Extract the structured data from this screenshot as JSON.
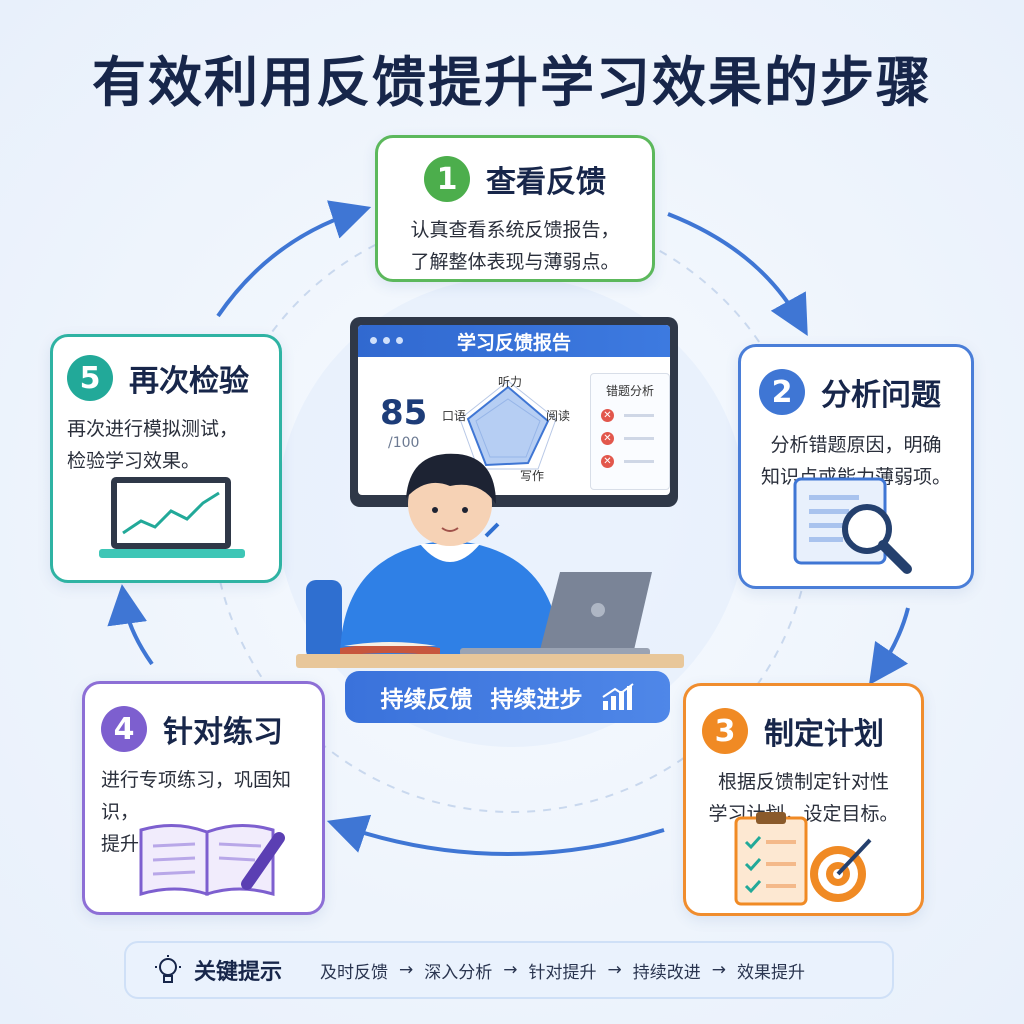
{
  "title": "有效利用反馈提升学习效果的步骤",
  "steps": [
    {
      "number": "1",
      "title": "查看反馈",
      "desc": [
        "认真查看系统反馈报告，",
        "了解整体表现与薄弱点。"
      ],
      "color": "#4cae4c",
      "icon": "document-check-icon"
    },
    {
      "number": "2",
      "title": "分析问题",
      "desc": [
        "分析错题原因，明确",
        "知识点或能力薄弱项。"
      ],
      "color": "#3f76d4",
      "icon": "magnifier-document-icon"
    },
    {
      "number": "3",
      "title": "制定计划",
      "desc": [
        "根据反馈制定针对性",
        "学习计划，设定目标。"
      ],
      "color": "#f08a24",
      "icon": "clipboard-target-icon"
    },
    {
      "number": "4",
      "title": "针对练习",
      "desc": [
        "进行专项练习，巩固知识，",
        "提升薄弱能力。"
      ],
      "color": "#7d5fcf",
      "icon": "book-pencil-icon"
    },
    {
      "number": "5",
      "title": "再次检验",
      "desc": [
        "再次进行模拟测试，",
        "检验学习效果。"
      ],
      "color": "#22a999",
      "icon": "laptop-chart-icon"
    }
  ],
  "report": {
    "title": "学习反馈报告",
    "score": "85",
    "score_suffix": "/100",
    "radar_labels": [
      "听力",
      "阅读",
      "写作",
      "口语"
    ],
    "errors_title": "错题分析"
  },
  "slogan": {
    "left": "持续反馈",
    "right": "持续进步"
  },
  "tip": {
    "label": "关键提示",
    "flow": [
      "及时反馈",
      "深入分析",
      "针对提升",
      "持续改进",
      "效果提升"
    ],
    "arrow": "→"
  }
}
